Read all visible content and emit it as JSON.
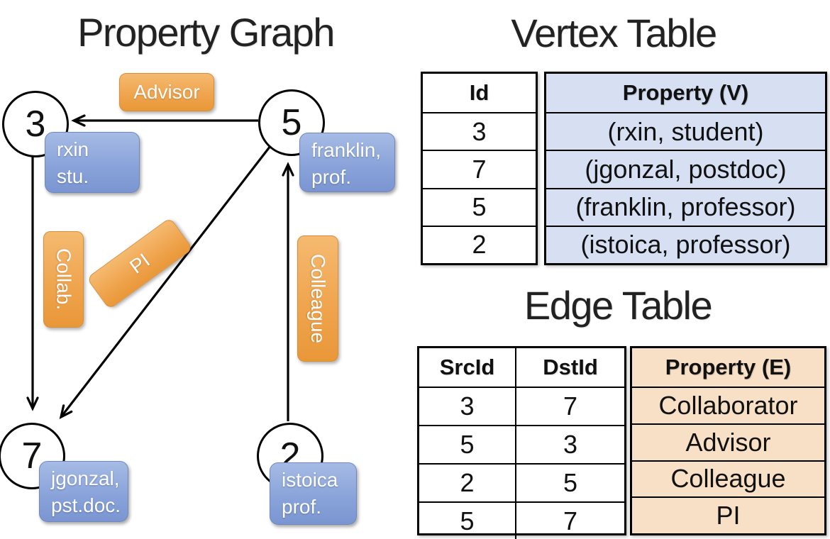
{
  "left": {
    "title": "Property Graph",
    "nodes": {
      "n3": "3",
      "n5": "5",
      "n7": "7",
      "n2": "2"
    },
    "edge_labels": {
      "advisor": "Advisor",
      "collab": "Collab.",
      "pi": "PI",
      "colleague": "Colleague"
    },
    "vertex_boxes": {
      "rxin": {
        "line1": "rxin",
        "line2": "stu."
      },
      "franklin": {
        "line1": "franklin,",
        "line2": "prof."
      },
      "jgonzal": {
        "line1": "jgonzal,",
        "line2": "pst.doc."
      },
      "istoica": {
        "line1": "istoica",
        "line2": "prof."
      }
    }
  },
  "vertex_table": {
    "title": "Vertex Table",
    "col_id": "Id",
    "col_property": "Property (V)",
    "rows": [
      {
        "id": "3",
        "property": "(rxin, student)"
      },
      {
        "id": "7",
        "property": "(jgonzal, postdoc)"
      },
      {
        "id": "5",
        "property": "(franklin, professor)"
      },
      {
        "id": "2",
        "property": "(istoica, professor)"
      }
    ]
  },
  "edge_table": {
    "title": "Edge Table",
    "col_src": "SrcId",
    "col_dst": "DstId",
    "col_property": "Property (E)",
    "rows": [
      {
        "src": "3",
        "dst": "7",
        "property": "Collaborator"
      },
      {
        "src": "5",
        "dst": "3",
        "property": "Advisor"
      },
      {
        "src": "2",
        "dst": "5",
        "property": "Colleague"
      },
      {
        "src": "5",
        "dst": "7",
        "property": "PI"
      }
    ]
  },
  "colors": {
    "edge_label_orange": "#efa34c",
    "vertex_box_blue": "#8aa4da",
    "vertex_table_fill": "#d6e0f2",
    "edge_table_fill": "#f7e0c6",
    "line_black": "#000000"
  }
}
